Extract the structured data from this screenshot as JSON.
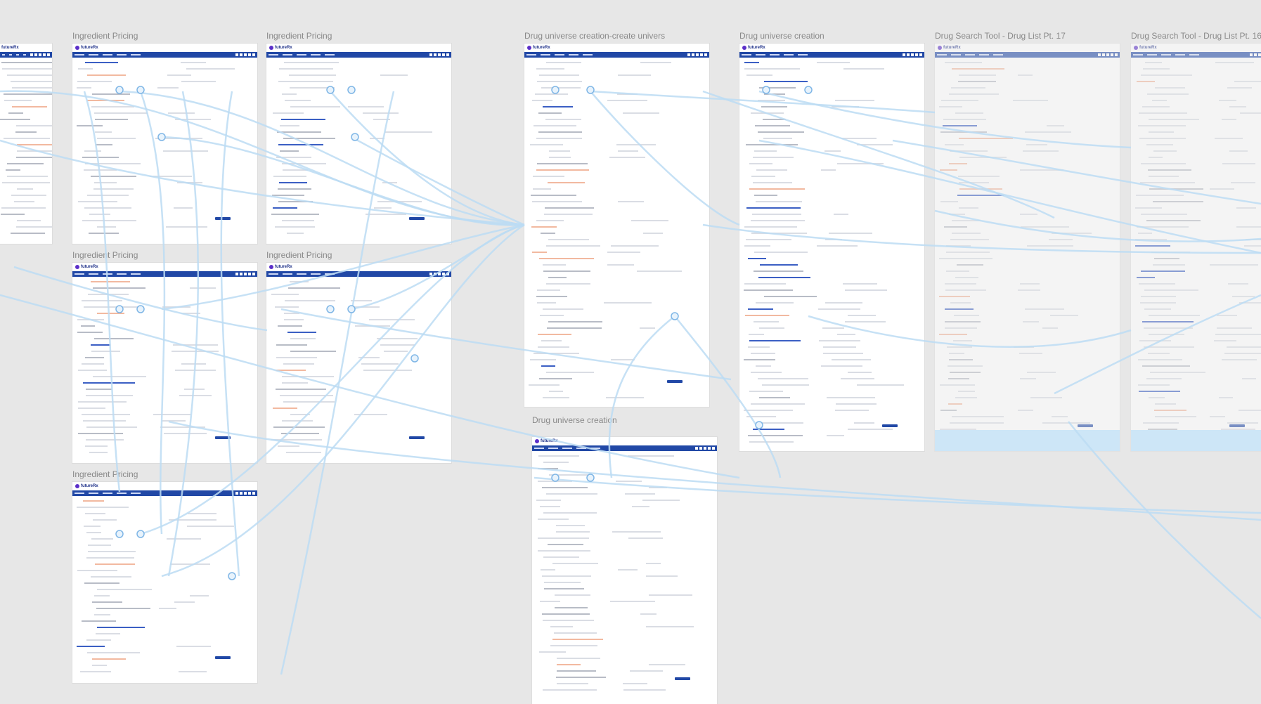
{
  "frames": [
    {
      "id": "f0",
      "title": "",
      "kind": "ingredient"
    },
    {
      "id": "f1",
      "title": "Ingredient Pricing",
      "kind": "ingredient"
    },
    {
      "id": "f2",
      "title": "Ingredient Pricing",
      "kind": "ingredient"
    },
    {
      "id": "f3",
      "title": "Drug universe creation-create univers",
      "kind": "universe"
    },
    {
      "id": "f4",
      "title": "Drug universe creation",
      "kind": "universe"
    },
    {
      "id": "f5",
      "title": "Drug Search Tool - Drug List Pt. 17",
      "kind": "search"
    },
    {
      "id": "f6",
      "title": "Drug Search Tool - Drug List Pt. 16",
      "kind": "search"
    },
    {
      "id": "f7",
      "title": "Ingredient Pricing",
      "kind": "ingredient"
    },
    {
      "id": "f8",
      "title": "Ingredient Pricing",
      "kind": "ingredient"
    },
    {
      "id": "f9",
      "title": "Drug universe creation",
      "kind": "universe"
    },
    {
      "id": "f10",
      "title": "Ingredient Pricing",
      "kind": "ingredient"
    }
  ],
  "brand": {
    "name": "futureRx"
  },
  "colors": {
    "nav": "#2148a6",
    "wire": "#bcdcf3",
    "canvas": "#e7e7e7",
    "logo": "#5b2fc9"
  }
}
